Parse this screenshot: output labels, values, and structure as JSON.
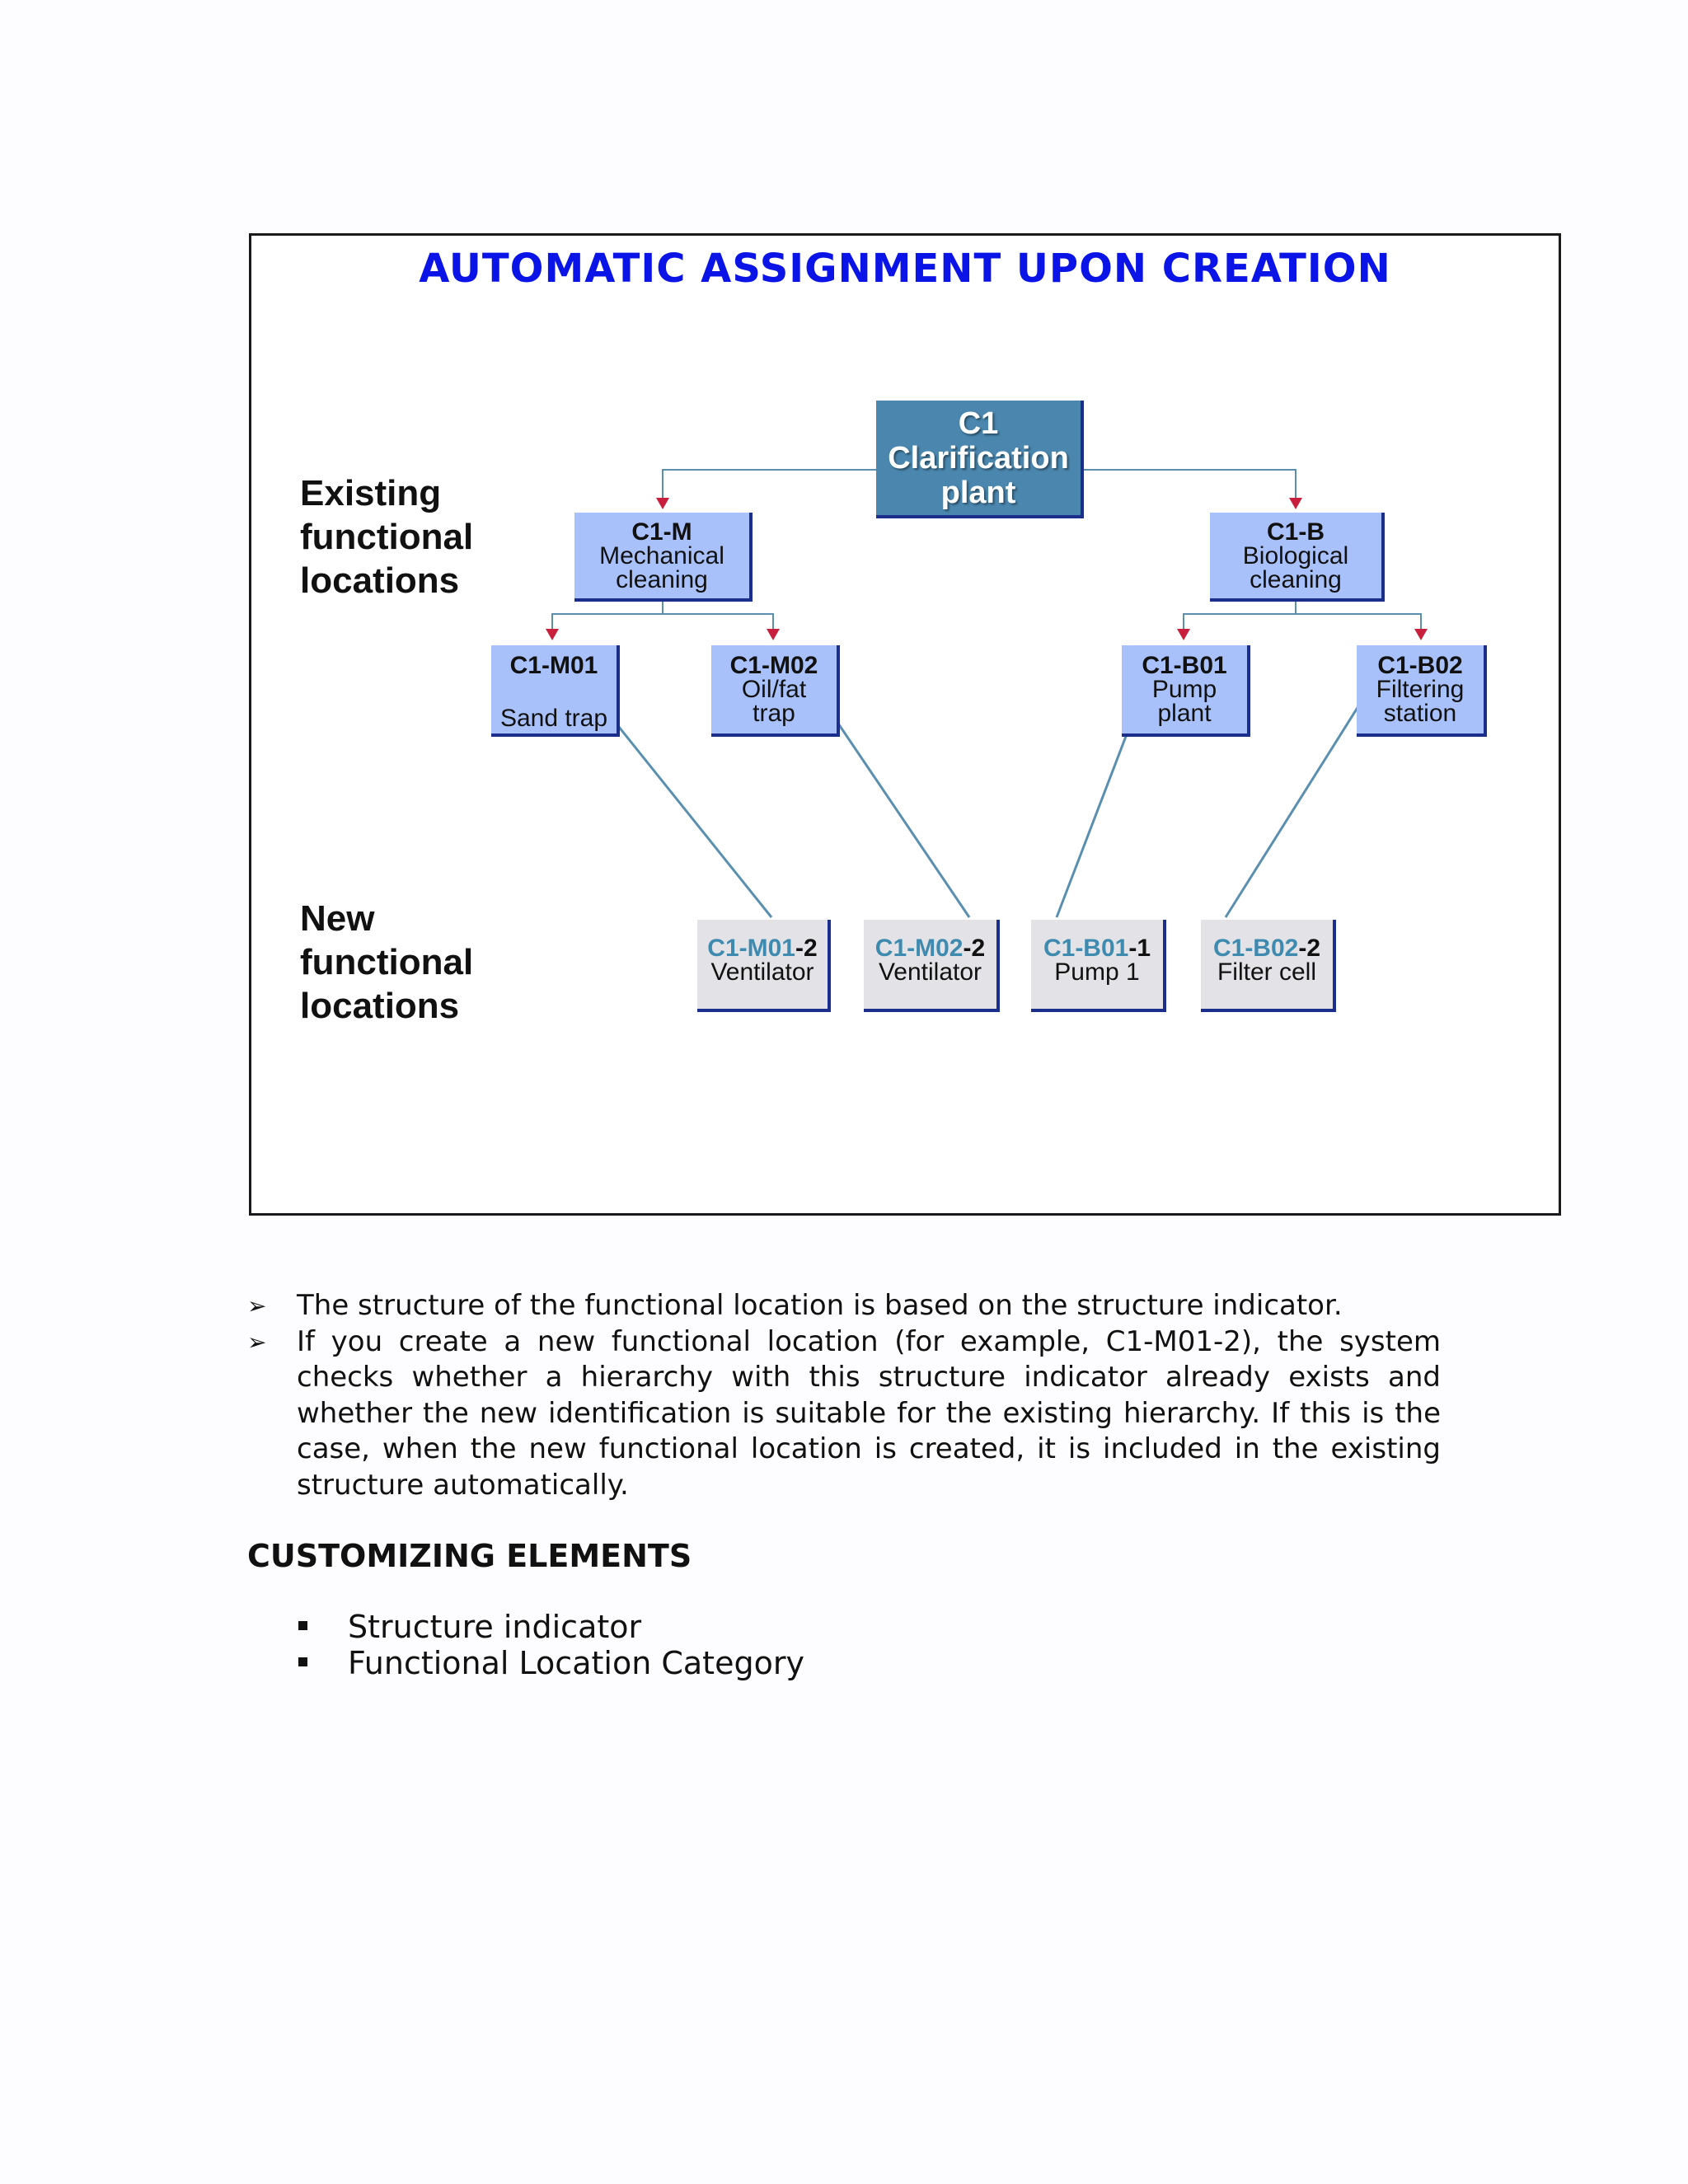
{
  "title": "AUTOMATIC ASSIGNMENT UPON CREATION",
  "labels": {
    "existing": [
      "Existing",
      "functional",
      "locations"
    ],
    "new": [
      "New",
      "functional",
      "locations"
    ]
  },
  "nodes": {
    "root": {
      "code": "C1",
      "lines": [
        "Clarification",
        "plant"
      ]
    },
    "c1m": {
      "code": "C1-M",
      "lines": [
        "Mechanical",
        "cleaning"
      ]
    },
    "c1b": {
      "code": "C1-B",
      "lines": [
        "Biological",
        "cleaning"
      ]
    },
    "c1m01": {
      "code": "C1-M01",
      "lines": [
        "Sand trap"
      ]
    },
    "c1m02": {
      "code": "C1-M02",
      "lines": [
        "Oil/fat",
        "trap"
      ]
    },
    "c1b01": {
      "code": "C1-B01",
      "lines": [
        "Pump",
        "plant"
      ]
    },
    "c1b02": {
      "code": "C1-B02",
      "lines": [
        "Filtering",
        "station"
      ]
    }
  },
  "new_nodes": [
    {
      "code_parent": "C1-M01",
      "code_suffix": "-2",
      "label": "Ventilator"
    },
    {
      "code_parent": "C1-M02",
      "code_suffix": "-2",
      "label": "Ventilator"
    },
    {
      "code_parent": "C1-B01",
      "code_suffix": "-1",
      "label": "Pump 1"
    },
    {
      "code_parent": "C1-B02",
      "code_suffix": "-2",
      "label": "Filter cell"
    }
  ],
  "bullets": [
    "The structure of the functional location is based on the structure indicator.",
    "If you create a new functional location (for example, C1-M01-2), the system checks whether a hierarchy with this structure indicator already exists and whether the new identification is suitable for the existing hierarchy. If this is the case, when the new functional location is created, it is included in the existing structure automatically."
  ],
  "customizing": {
    "heading": "CUSTOMIZING ELEMENTS",
    "items": [
      "Structure indicator",
      "Functional Location Category"
    ]
  },
  "colors": {
    "title": "#0a14e6",
    "root_fill": "#4a86ad",
    "level_fill": "#a9c1fb",
    "new_fill": "#e3e3e7",
    "connector": "#5a8fb0",
    "arrowhead": "#c8203c",
    "border_shadow": "#1c2e8c"
  },
  "icons": {
    "bullet": "arrow-bullet-icon",
    "list": "square-bullet-icon"
  }
}
